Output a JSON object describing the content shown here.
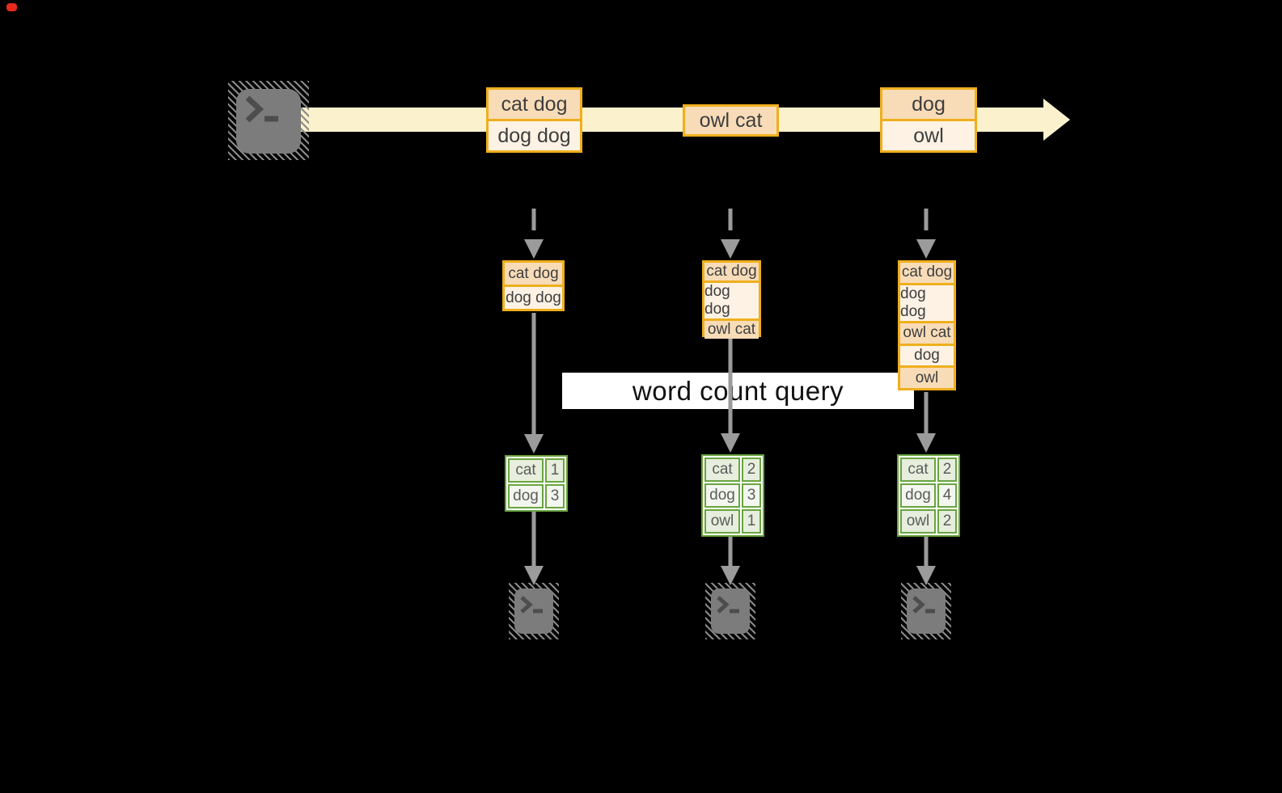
{
  "diagram": {
    "query_label": "word count query",
    "stream": {
      "batches": [
        {
          "rows": [
            "cat dog",
            "dog dog"
          ]
        },
        {
          "rows": [
            "owl cat"
          ]
        },
        {
          "rows": [
            "dog",
            "owl"
          ]
        }
      ]
    },
    "states": [
      {
        "rows": [
          "cat dog",
          "dog dog"
        ]
      },
      {
        "rows": [
          "cat dog",
          "dog dog",
          "owl cat"
        ]
      },
      {
        "rows": [
          "cat dog",
          "dog dog",
          "owl cat",
          "dog",
          "owl"
        ]
      }
    ],
    "counts": [
      {
        "rows": [
          {
            "word": "cat",
            "count": "1"
          },
          {
            "word": "dog",
            "count": "3"
          }
        ]
      },
      {
        "rows": [
          {
            "word": "cat",
            "count": "2"
          },
          {
            "word": "dog",
            "count": "3"
          },
          {
            "word": "owl",
            "count": "1"
          }
        ]
      },
      {
        "rows": [
          {
            "word": "cat",
            "count": "2"
          },
          {
            "word": "dog",
            "count": "4"
          },
          {
            "word": "owl",
            "count": "2"
          }
        ]
      }
    ],
    "icons": [
      "terminal-icon",
      "terminal-icon",
      "terminal-icon",
      "terminal-icon"
    ],
    "colors": {
      "background": "#000000",
      "stream_band": "#fcf1cd",
      "box_border_gold": "#efaf1d",
      "box_fill_peach": "#f8dcb8",
      "box_fill_cream": "#fdf2e4",
      "table_border_green": "#69a53f",
      "table_fill_green_light": "#e7eedd",
      "arrow_gray": "#9b9b9b",
      "terminal_gray": "#7c7c7c",
      "query_label_bg": "#ffffff"
    }
  }
}
